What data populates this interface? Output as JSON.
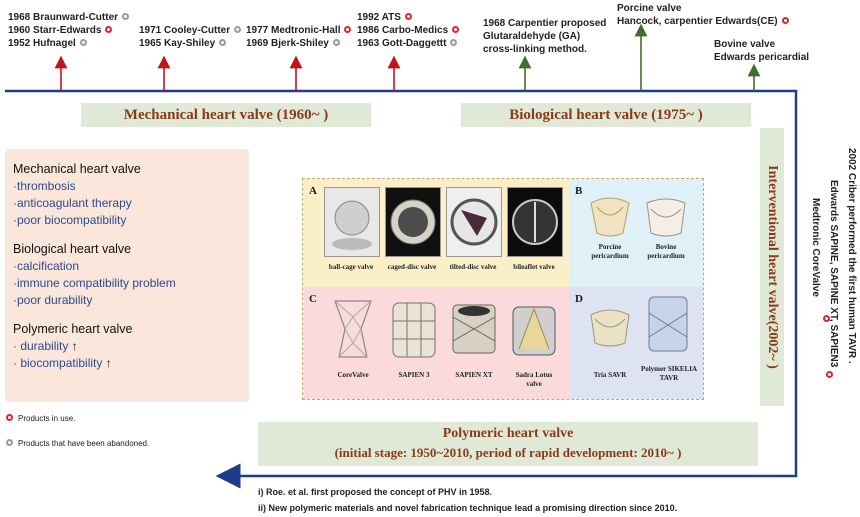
{
  "top_labels": {
    "col1": [
      {
        "text": "1968 Braunward-Cutter",
        "status": "abandoned"
      },
      {
        "text": "1960 Starr-Edwards",
        "status": "in_use"
      },
      {
        "text": "1952 Hufnagel",
        "status": "abandoned"
      }
    ],
    "col2": [
      {
        "text": "1971 Cooley-Cutter",
        "status": "abandoned"
      },
      {
        "text": "1965 Kay-Shiley",
        "status": "abandoned"
      }
    ],
    "col3": [
      {
        "text": "1977 Medtronic-Hall",
        "status": "in_use"
      },
      {
        "text": "1969 Bjerk-Shiley",
        "status": "abandoned"
      }
    ],
    "col4": [
      {
        "text": "1992 ATS",
        "status": "in_use"
      },
      {
        "text": "1986 Carbo-Medics",
        "status": "in_use"
      },
      {
        "text": "1963 Gott-Daggettt",
        "status": "abandoned"
      }
    ],
    "col5": [
      "1968 Carpentier proposed",
      "Glutaraldehyde (GA)",
      "cross-linking method."
    ],
    "col6": {
      "lines": [
        "Porcine valve",
        "Hancock, carpentier Edwards(CE)"
      ],
      "status": "in_use"
    },
    "col7": [
      "Bovine valve",
      "Edwards pericardial"
    ]
  },
  "banners": {
    "mechanical": "Mechanical heart valve (1960~ )",
    "biological": "Biological heart valve (1975~ )",
    "interventional": "Interventional heart valve(2002~ )",
    "polymeric_line1": "Polymeric heart valve",
    "polymeric_line2": "(initial stage: 1950~2010,  period of rapid development: 2010~ )"
  },
  "left_panel": {
    "sections": [
      {
        "title": "Mechanical heart valve",
        "items": [
          "·thrombosis",
          "·anticoagulant therapy",
          "·poor biocompatibility"
        ]
      },
      {
        "title": "Biological heart valve",
        "items": [
          "·calcification",
          "·immune compatibility problem",
          "·poor durability"
        ]
      },
      {
        "title": "Polymeric heart valve",
        "items": [
          "· durability",
          "· biocompatibility"
        ],
        "arrows": true
      }
    ],
    "arrow_glyph": "↑"
  },
  "legend": {
    "in_use": "Products in use.",
    "abandoned": "Products that have been abandoned."
  },
  "image_panel": {
    "A": {
      "letter": "A",
      "captions": [
        "ball-cage valve",
        "caged-disc valve",
        "tilted-disc valve",
        "bileaflet valve"
      ]
    },
    "B": {
      "letter": "B",
      "captions": [
        "Porcine pericardium",
        "Bovine pericardium"
      ]
    },
    "C": {
      "letter": "C",
      "captions": [
        "CoreValve",
        "SAPIEN 3",
        "SAPIEN XT",
        "Sadra Lotus valve"
      ]
    },
    "D": {
      "letter": "D",
      "captions": [
        "Tria SAVR",
        "Polymer SIKELIA TAVR"
      ]
    }
  },
  "right_text": [
    "2002 Criber performed the first human TAVR .",
    "Edwards SAPINE,  SAPINE XT,  SAPIEN3",
    "Medtronic CoreValve"
  ],
  "footnotes": [
    "i) Roe. et al. first proposed the concept of PHV in 1958.",
    "ii) New polymeric materials and novel fabrication technique lead a promising direction since 2010."
  ],
  "colors": {
    "timeline": "#1f3c8c",
    "red_arrow": "#c0141b",
    "green_arrow": "#3f6e2e",
    "banner_bg": "#dfe9d6",
    "banner_text": "#8b3a19",
    "panel_bg": "#fbe6dc",
    "item_text": "#2c4a8c",
    "in_use_dot": "#d9262b",
    "abandoned_dot": "#9a9a9a"
  }
}
